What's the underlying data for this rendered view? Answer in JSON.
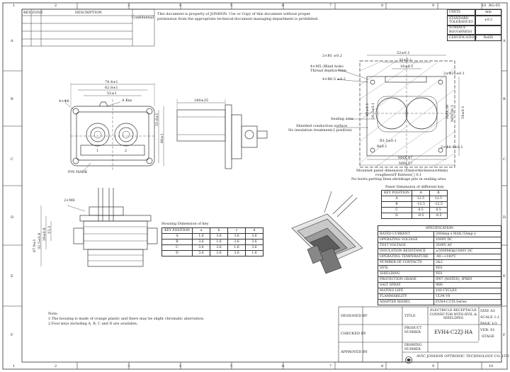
{
  "frame": {
    "cols": [
      "1",
      "2",
      "3",
      "4",
      "5",
      "6",
      "7",
      "8",
      "9",
      "10"
    ],
    "rows": [
      "A",
      "B",
      "C",
      "D",
      "E",
      "F"
    ],
    "corner_code": "BG-05"
  },
  "revision": {
    "rev": "REV.",
    "zone": "ZONE",
    "desc": "DESCRIPTION",
    "conf": "Confidential"
  },
  "notice": "This document is property of JONHON. Use or Copy of this document without proper permission from the appropriate technical-document managing department is prohibited.",
  "units_box": {
    "units_label": "UNITS",
    "units_value": "mm",
    "tol_label": "STANDARD TOLERANCES",
    "tol_value": "±0.5",
    "rough_label": "SURFACE ROUGHNESS",
    "rough_value": "",
    "cert_label": "CERTIFICATION",
    "cert_value": "RoHS"
  },
  "front_view": {
    "d1": "74.4±1",
    "d2": "62.8±1",
    "d3": "52±1",
    "holes": "4×Φ6",
    "key": "A Key",
    "pn": "P/N MARK",
    "v1": "51.6±1",
    "v2": "66±1",
    "n1": "1",
    "n2": "2"
  },
  "side_view": {
    "d1": "240±25"
  },
  "panel_view": {
    "a": "2×R1 ±0.2",
    "b": "4×M5 (Blind hole)",
    "c": "Thread depth≥4mm",
    "d": "4×R0.5 ±0.2",
    "e": "52±0.1",
    "f": "33±0.1",
    "g": "16±0.1",
    "h": "2×Φ21±0.1",
    "i": "MAX.39",
    "j": "MIN.36.5",
    "k": "54±0.1",
    "l": "40±0.1",
    "m": "20.5±0.1",
    "n": "R1.5±0.1",
    "o": "Rx0.1",
    "p": "MAX.47",
    "q": "MIN.57",
    "r": "2×Φ8.4±0.1",
    "seal": "Sealing area",
    "shield1": "Shielded conduction surface",
    "shield2": "No insulation treatment(2 position)",
    "req1": "Mounted panel dimension (2mm≤thickness≤4mm)",
    "req2": "roughness∇ flatness□ 0.1",
    "req3": "No burrs,parting lines,shrinkage pits in sealing area"
  },
  "bottom_view": {
    "m6": "2×M6",
    "d1": "32.5±0.8",
    "d2": "29±0.8",
    "d3": "15.3",
    "d4": "67.9±1"
  },
  "key_table": {
    "title": "Panel Dimension of different key",
    "header": [
      "KEY POSITION",
      "A",
      "B"
    ],
    "rows": [
      [
        "A",
        "12.5",
        "12.5"
      ],
      [
        "B",
        "-12.5",
        "-12.5"
      ],
      [
        "C",
        "8.5",
        "8.5"
      ],
      [
        "D",
        "-8.5",
        "-8.5"
      ]
    ]
  },
  "housing_table": {
    "title": "Housing Dimension of key",
    "header": [
      "KEY POSITION",
      "a",
      "b",
      "c",
      "d"
    ],
    "rows": [
      [
        "A",
        "1.6",
        "3.6",
        "3.6",
        "3.6"
      ],
      [
        "B",
        "3.6",
        "1.6",
        "3.6",
        "3.6"
      ],
      [
        "C",
        "3.6",
        "3.6",
        "1.6",
        "3.6"
      ],
      [
        "D",
        "3.6",
        "3.6",
        "3.6",
        "1.6"
      ]
    ]
  },
  "spec": {
    "title": "SPECIFICATION",
    "rows": [
      [
        "RATED CURRENT",
        "200Amp x MAX./5Amp x"
      ],
      [
        "OPERATING VOLTAGE",
        "1000V DC"
      ],
      [
        "TEST VOLTAGE",
        "3500V AC"
      ],
      [
        "INSULATION RESISTANCE",
        "≥5000MΩ@1000V DC"
      ],
      [
        "OPERATING TEMPERATURE",
        "-40~+140℃"
      ],
      [
        "NUMBER OF CONTACTS",
        "2&2"
      ],
      [
        "HVIL",
        "YES"
      ],
      [
        "SHIELDING",
        "YES"
      ],
      [
        "PROTECTION GRADE",
        "IP67 (MATED), IPXK9"
      ],
      [
        "SALT SPRAY",
        "96H"
      ],
      [
        "MATING LIFE",
        "100 CYCLES"
      ],
      [
        "FLAMMABILITY",
        "UL94 V0"
      ],
      [
        "ADAPTER MODEL",
        "EVH4-C2TA Series"
      ]
    ]
  },
  "notes": {
    "label": "Note:",
    "n1": "1.The housing is made of orange plastic and there may be slight chromatic aberration;",
    "n2": "2.Four keys including A, B, C and D are available;"
  },
  "title_block": {
    "designed": "DESIGNED BY",
    "checked": "CHECKED BY",
    "approved": "APPROVED BY",
    "title_label": "TITLE",
    "title_value": "ELECTRICLE RECEPTACLE CONNECTOR WITH HVIL & SHIELDING",
    "pn_label": "PRODUCT NUMBER",
    "pn_value": "EVH4-C2ZJ-HA",
    "dn_label": "DRAWING NUMBER",
    "dn_value": "",
    "size": "SIZE A2",
    "scale": "SCALE 1:1",
    "page": "PAGE 1/1",
    "ver": "VER. 01",
    "stage": "STAGE",
    "company": "AVIC JONHON OPTRONIC TECHNOLOGY CO.,LTD"
  }
}
